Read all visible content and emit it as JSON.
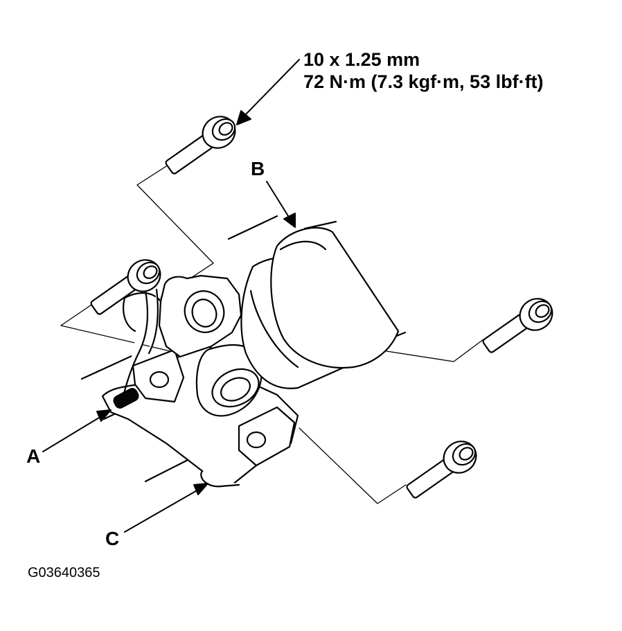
{
  "spec": {
    "size": "10 x 1.25 mm",
    "torque": "72 N·m (7.3 kgf·m, 53 lbf·ft)"
  },
  "callouts": {
    "a": "A",
    "b": "B",
    "c": "C"
  },
  "figure_id": "G03640365",
  "colors": {
    "ink": "#000000",
    "part_fill": "#ffffff",
    "mesh_fill": "#555555"
  }
}
